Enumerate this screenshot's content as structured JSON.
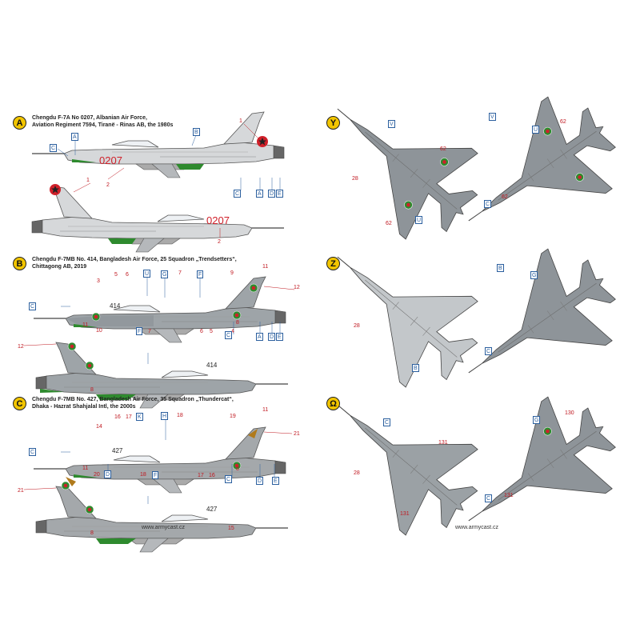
{
  "sheet": {
    "site": "www.armycast.cz"
  },
  "profiles": [
    {
      "letter": "A",
      "caption_lines": [
        "Chengdu F-7A No 0207, Albanian Air Force,",
        "Aviation Regiment 7594, Tiranë - Rinas AB, the 1980s"
      ],
      "serial": "0207",
      "color_fuselage": "#d6d8da",
      "color_accent": "#2e8a2e"
    },
    {
      "letter": "B",
      "caption_lines": [
        "Chengdu F-7MB No. 414, Bangladesh Air Force, 25 Squadron „Trendsetters“,",
        "Chittagong AB, 2019"
      ],
      "serial": "414",
      "color_fuselage": "#9ea4a8",
      "color_accent": "#2e8a2e"
    },
    {
      "letter": "C",
      "caption_lines": [
        "Chengdu F-7MB No. 427, Bangladesh Air Force, 35 Squadron „Thundercat“,",
        "Dhaka - Hazrat Shahjalal Intl, the 2000s"
      ],
      "serial": "427",
      "color_fuselage": "#a4a8ab",
      "color_accent": "#2e8a2e"
    }
  ],
  "planforms": [
    {
      "letter": "Y"
    },
    {
      "letter": "Z"
    },
    {
      "letter": "Ω"
    }
  ],
  "callouts": {
    "a_top": [
      "C",
      "A",
      "B",
      "1",
      "2",
      "C",
      "A",
      "D",
      "E"
    ],
    "a_bottom": [
      "1",
      "2"
    ],
    "b_top": [
      "3",
      "5",
      "6",
      "U",
      "G",
      "7",
      "F",
      "9",
      "11",
      "12",
      "C",
      "4",
      "8",
      "C",
      "A",
      "D",
      "E"
    ],
    "b_bottom": [
      "11",
      "10",
      "12",
      "F",
      "7",
      "6",
      "5",
      "8"
    ],
    "c_top": [
      "16",
      "17",
      "K",
      "H",
      "18",
      "19",
      "11",
      "14",
      "21",
      "C",
      "D",
      "C",
      "8",
      "D",
      "E"
    ],
    "c_bottom": [
      "11",
      "20",
      "21",
      "18",
      "F",
      "17",
      "16",
      "8",
      "15"
    ],
    "y_left": [
      "V",
      "62",
      "28",
      "62",
      "U",
      "C"
    ],
    "y_right": [
      "V",
      "U",
      "62",
      "62"
    ],
    "z_left": [
      "28",
      "B",
      "C"
    ],
    "z_right": [
      "B",
      "G"
    ],
    "o_left": [
      "C",
      "131",
      "28",
      "131",
      "C"
    ],
    "o_right": [
      "G",
      "130",
      "131"
    ]
  }
}
